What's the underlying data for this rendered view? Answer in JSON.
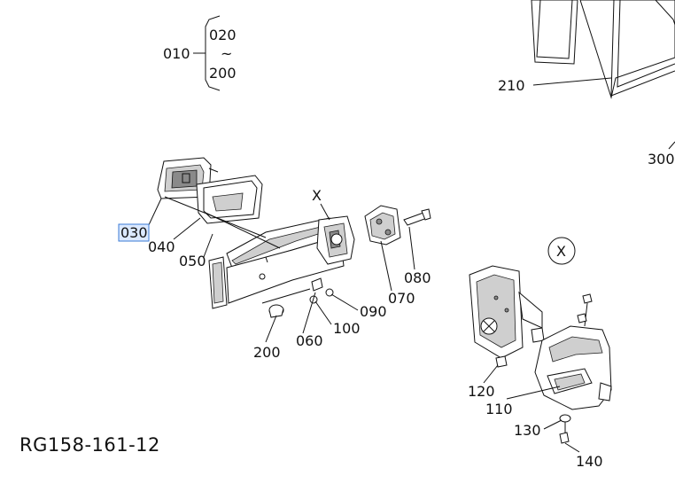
{
  "diagram": {
    "drawing_code": "RG158-161-12",
    "bracket": {
      "ref": "010",
      "top": "020",
      "tilde": "~",
      "bottom": "200"
    },
    "view_marker": "X",
    "view_circle": "X",
    "selected_part": "030",
    "parts": {
      "p030": "030",
      "p040": "040",
      "p050": "050",
      "p060": "060",
      "p070": "070",
      "p080": "080",
      "p090": "090",
      "p100": "100",
      "p110": "110",
      "p120": "120",
      "p130": "130",
      "p140": "140",
      "p200": "200",
      "p210": "210",
      "p300": "300"
    }
  }
}
